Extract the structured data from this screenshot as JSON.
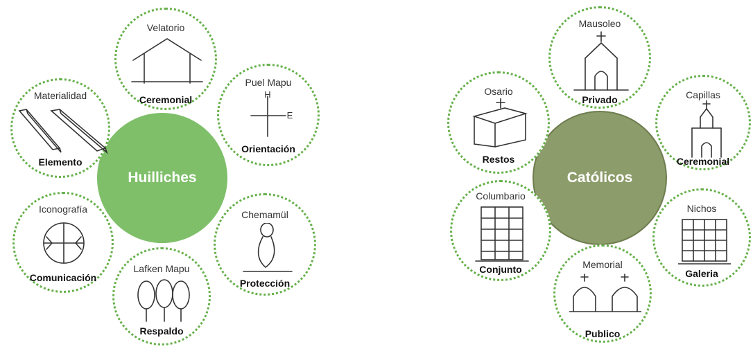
{
  "huilliches": {
    "center": "Huilliches",
    "color": "#7fbf6a",
    "nodes": [
      {
        "title": "Velatorio",
        "label": "Ceremonial",
        "icon": "house-sketch-icon"
      },
      {
        "title": "Puel Mapu",
        "label": "Orientación",
        "icon": "compass-cross-icon",
        "marks": [
          "H",
          "E"
        ]
      },
      {
        "title": "Chemamül",
        "label": "Protección",
        "icon": "carved-figure-icon"
      },
      {
        "title": "Lafken Mapu",
        "label": "Respaldo",
        "icon": "trees-sketch-icon"
      },
      {
        "title": "Iconografía",
        "label": "Comunicación",
        "icon": "circle-cross-symbol-icon"
      },
      {
        "title": "Materialidad",
        "label": "Elemento",
        "icon": "wood-planks-icon"
      }
    ]
  },
  "catolicos": {
    "center": "Católicos",
    "color": "#8c9c6a",
    "nodes": [
      {
        "title": "Mausoleo",
        "label": "Privado",
        "icon": "mausoleum-sketch-icon"
      },
      {
        "title": "Capillas",
        "label": "Ceremonial",
        "icon": "chapel-sketch-icon"
      },
      {
        "title": "Nichos",
        "label": "Galeria",
        "icon": "niche-grid-icon"
      },
      {
        "title": "Memorial",
        "label": "Publico",
        "icon": "arched-tombs-icon"
      },
      {
        "title": "Columbario",
        "label": "Conjunto",
        "icon": "columbarium-icon"
      },
      {
        "title": "Osario",
        "label": "Restos",
        "icon": "ossuary-box-icon"
      }
    ]
  },
  "colors": {
    "dotted_border": "#66b04a"
  }
}
